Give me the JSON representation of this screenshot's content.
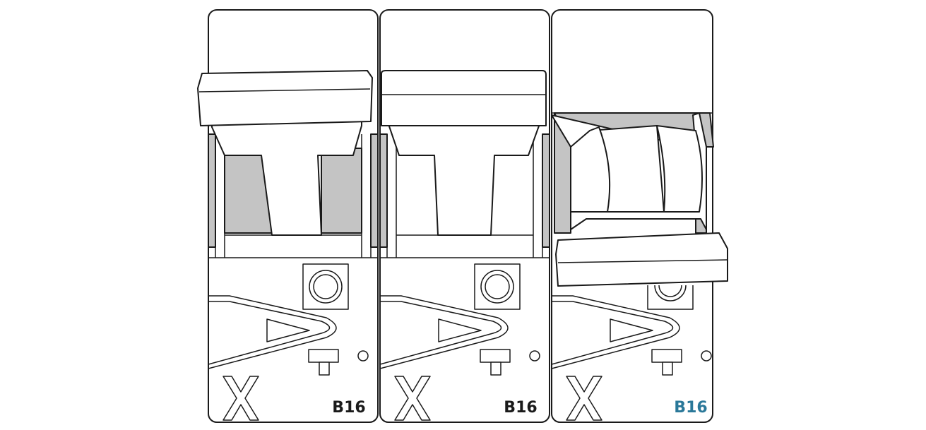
{
  "breakers": [
    {
      "rating": "B16",
      "toggle": "up",
      "label_color": "#1a1a1a"
    },
    {
      "rating": "B16",
      "toggle": "up",
      "label_color": "#1a1a1a"
    },
    {
      "rating": "B16",
      "toggle": "down",
      "label_color": "#2a7899"
    }
  ],
  "colors": {
    "stroke": "#1a1a1a",
    "shade": "#c4c4c4",
    "background": "#ffffff"
  },
  "icons": {
    "brand_mark": "x-mark-icon",
    "indicator": "status-led-icon",
    "test_button": "test-button-icon"
  }
}
